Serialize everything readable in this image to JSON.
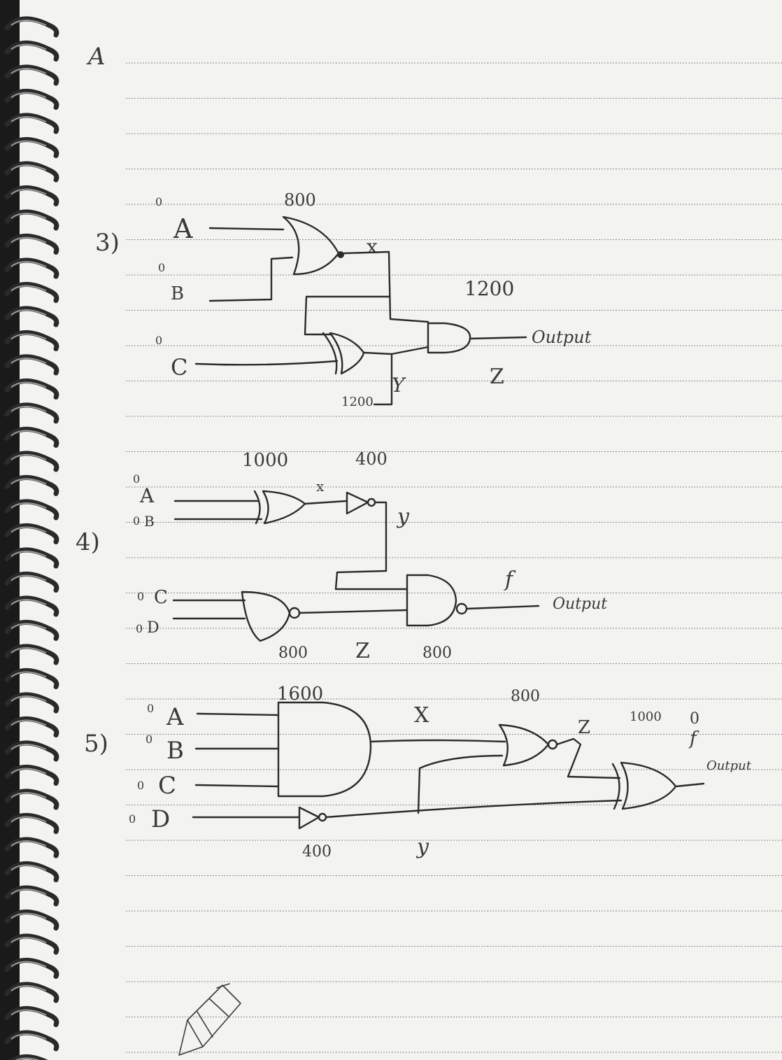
{
  "page": {
    "header_letter": "A"
  },
  "problem3": {
    "number": "3)",
    "inputs": [
      {
        "label": "A",
        "value": "0"
      },
      {
        "label": "B",
        "value": "0"
      },
      {
        "label": "C",
        "value": "0"
      }
    ],
    "gate1_delay": "800",
    "wire_x": "x",
    "gate2_delay": "1200",
    "wire_y": "Y",
    "gate3_delay": "1200",
    "wire_z": "Z",
    "output_label": "Output"
  },
  "problem4": {
    "number": "4)",
    "inputs": [
      {
        "label": "A",
        "value": "0"
      },
      {
        "label": "B",
        "value": "0"
      },
      {
        "label": "C",
        "value": "0"
      },
      {
        "label": "D",
        "value": "0"
      }
    ],
    "gate1_delay": "1000",
    "wire_x": "x",
    "not_delay": "400",
    "wire_y": "y",
    "gate2_delay": "800",
    "wire_z": "Z",
    "gate3_delay": "800",
    "wire_f": "f",
    "output_label": "Output"
  },
  "problem5": {
    "number": "5)",
    "inputs": [
      {
        "label": "A",
        "value": "0"
      },
      {
        "label": "B",
        "value": "0"
      },
      {
        "label": "C",
        "value": "0"
      },
      {
        "label": "D",
        "value": "0"
      }
    ],
    "and_delay": "1600",
    "wire_x": "X",
    "nor_delay": "800",
    "wire_z": "Z",
    "xor_delay": "1000",
    "wire_f": "f",
    "f_value": "0",
    "output_label": "Output",
    "not_delay": "400",
    "wire_y": "y"
  }
}
